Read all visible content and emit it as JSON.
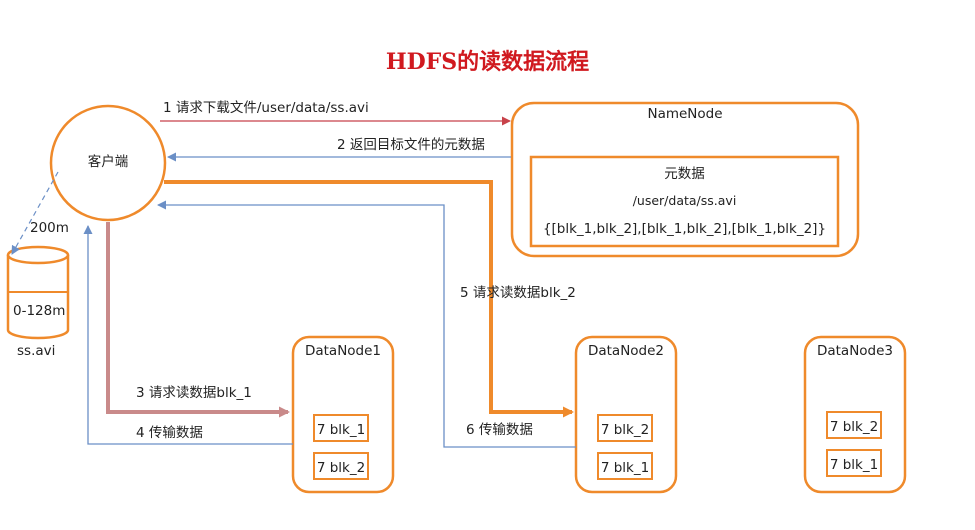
{
  "title": "HDFS的读数据流程",
  "client": {
    "label": "客户端"
  },
  "file": {
    "size": "200m",
    "block_range": "0-128m",
    "name": "ss.avi"
  },
  "namenode": {
    "label": "NameNode",
    "metadata": {
      "heading": "元数据",
      "path": "/user/data/ss.avi",
      "blocks": "{[blk_1,blk_2],[blk_1,blk_2],[blk_1,blk_2]}"
    }
  },
  "datanodes": [
    {
      "label": "DataNode1",
      "blocks": [
        "7 blk_1",
        "7 blk_2"
      ]
    },
    {
      "label": "DataNode2",
      "blocks": [
        "7 blk_2",
        "7 blk_1"
      ]
    },
    {
      "label": "DataNode3",
      "blocks": [
        "7 blk_2",
        "7 blk_1"
      ]
    }
  ],
  "steps": {
    "s1": "1 请求下载文件/user/data/ss.avi",
    "s2": "2 返回目标文件的元数据",
    "s3": "3 请求读数据blk_1",
    "s4": "4 传输数据",
    "s5": "5 请求读数据blk_2",
    "s6": "6 传输数据"
  },
  "colors": {
    "orange": "#ef8a2b",
    "blue": "#6b8fc6",
    "red": "#c8424a",
    "pink": "#c98a8a",
    "title": "#d0191f"
  }
}
